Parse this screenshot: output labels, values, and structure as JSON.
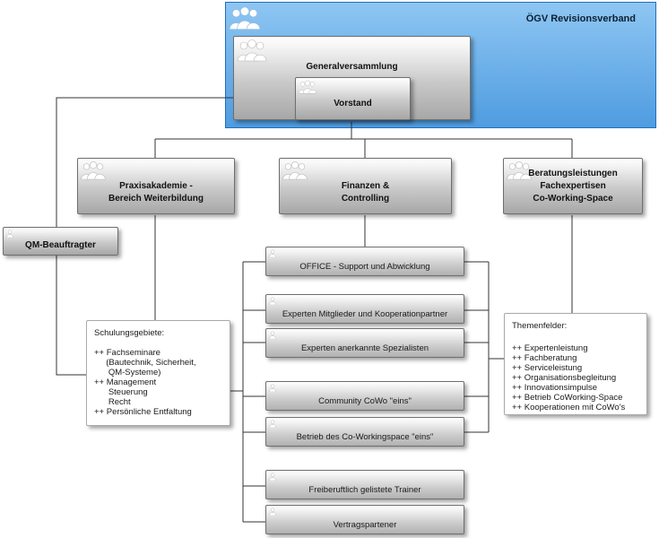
{
  "organization": {
    "title": "ÖGV Revisionsverband"
  },
  "boxes": {
    "generalversammlung": "Generalversammlung",
    "vorstand": "Vorstand",
    "qm": "QM-Beauftragter",
    "praxis": [
      "Praxisakademie -",
      "Bereich Weiterbildung"
    ],
    "finanzen": [
      "Finanzen &",
      "Controlling"
    ],
    "beratung": [
      "Beratungsleistungen",
      "Fachexpertisen",
      "Co-Working-Space"
    ]
  },
  "services": [
    "OFFICE - Support und Abwicklung",
    "Experten Mitglieder und Kooperationpartner",
    "Experten anerkannte Spezialisten",
    "Community CoWo \"eins\"",
    "Betrieb des Co-Workingspace \"eins\"",
    "Freiberuftlich gelistete Trainer",
    "Vertragspartener"
  ],
  "schulung": {
    "title": "Schulungsgebiete:",
    "lines": [
      "++ Fachseminare",
      "     (Bautechnik, Sicherheit,",
      "      QM-Systeme)",
      "++ Management",
      "      Steuerung",
      "      Recht",
      "++ Persönliche Entfaltung"
    ]
  },
  "themen": {
    "title": "Themenfelder:",
    "lines": [
      "++ Expertenleistung",
      "++ Fachberatung",
      "++ Serviceleistung",
      "++ Organisationsbegleitung",
      "++ Innovationsimpulse",
      "++ Betrieb CoWorking-Space",
      "++ Kooperationen mit CoWo's"
    ]
  },
  "icons": {
    "person": "people-group-icon"
  },
  "colors": {
    "outer_fill": "#5ea8e8",
    "box_fill": "#c8c8c8",
    "line": "#333333"
  }
}
